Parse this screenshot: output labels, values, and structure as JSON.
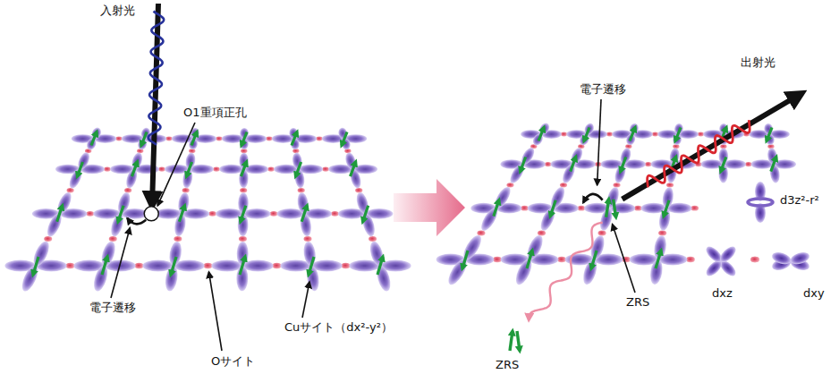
{
  "diagram": {
    "labels": [
      "入射光",
      "O1重項正孔",
      "電子遷移",
      "Oサイト",
      "Cuサイト（dx²-y²）",
      "出射光",
      "電子遷移",
      "ZRS",
      "ZRS",
      "d3z²-r²",
      "dxz",
      "dxy"
    ]
  }
}
